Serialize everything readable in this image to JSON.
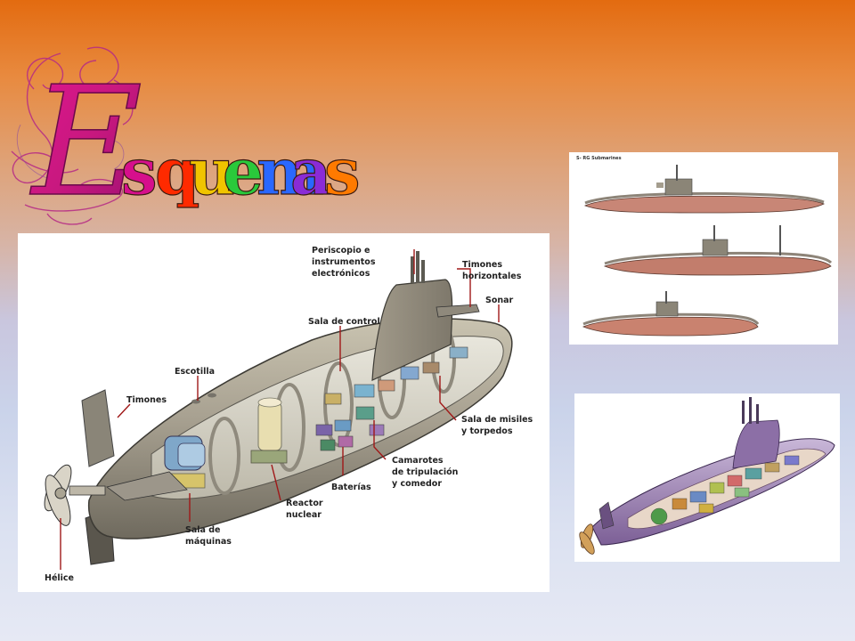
{
  "slide": {
    "title": "Esquemas",
    "title_initial": "E",
    "title_rest": "squemas",
    "title_letter_colors": [
      "#d60f8c",
      "#ff2a00",
      "#f0c400",
      "#2ac93b",
      "#2a68ff",
      "#8a2bd6",
      "#ff7a00"
    ]
  },
  "main_diagram": {
    "labels": {
      "periscope": [
        "Periscopio e",
        "instrumentos",
        "electrónicos"
      ],
      "horizontal_rudders": [
        "Timones",
        "horizontales"
      ],
      "sonar": "Sonar",
      "control_room": "Sala de control",
      "hatch": "Escotilla",
      "rudders": "Timones",
      "missile_room": [
        "Sala de misiles",
        "y torpedos"
      ],
      "crew_quarters": [
        "Camarotes",
        "de tripulación",
        "y comedor"
      ],
      "batteries": "Baterías",
      "reactor": [
        "Reactor",
        "nuclear"
      ],
      "engine_room": [
        "Sala de",
        "máquinas"
      ],
      "propeller": "Hélice"
    }
  },
  "side_views": {
    "caption": "S- RG Submarines"
  }
}
